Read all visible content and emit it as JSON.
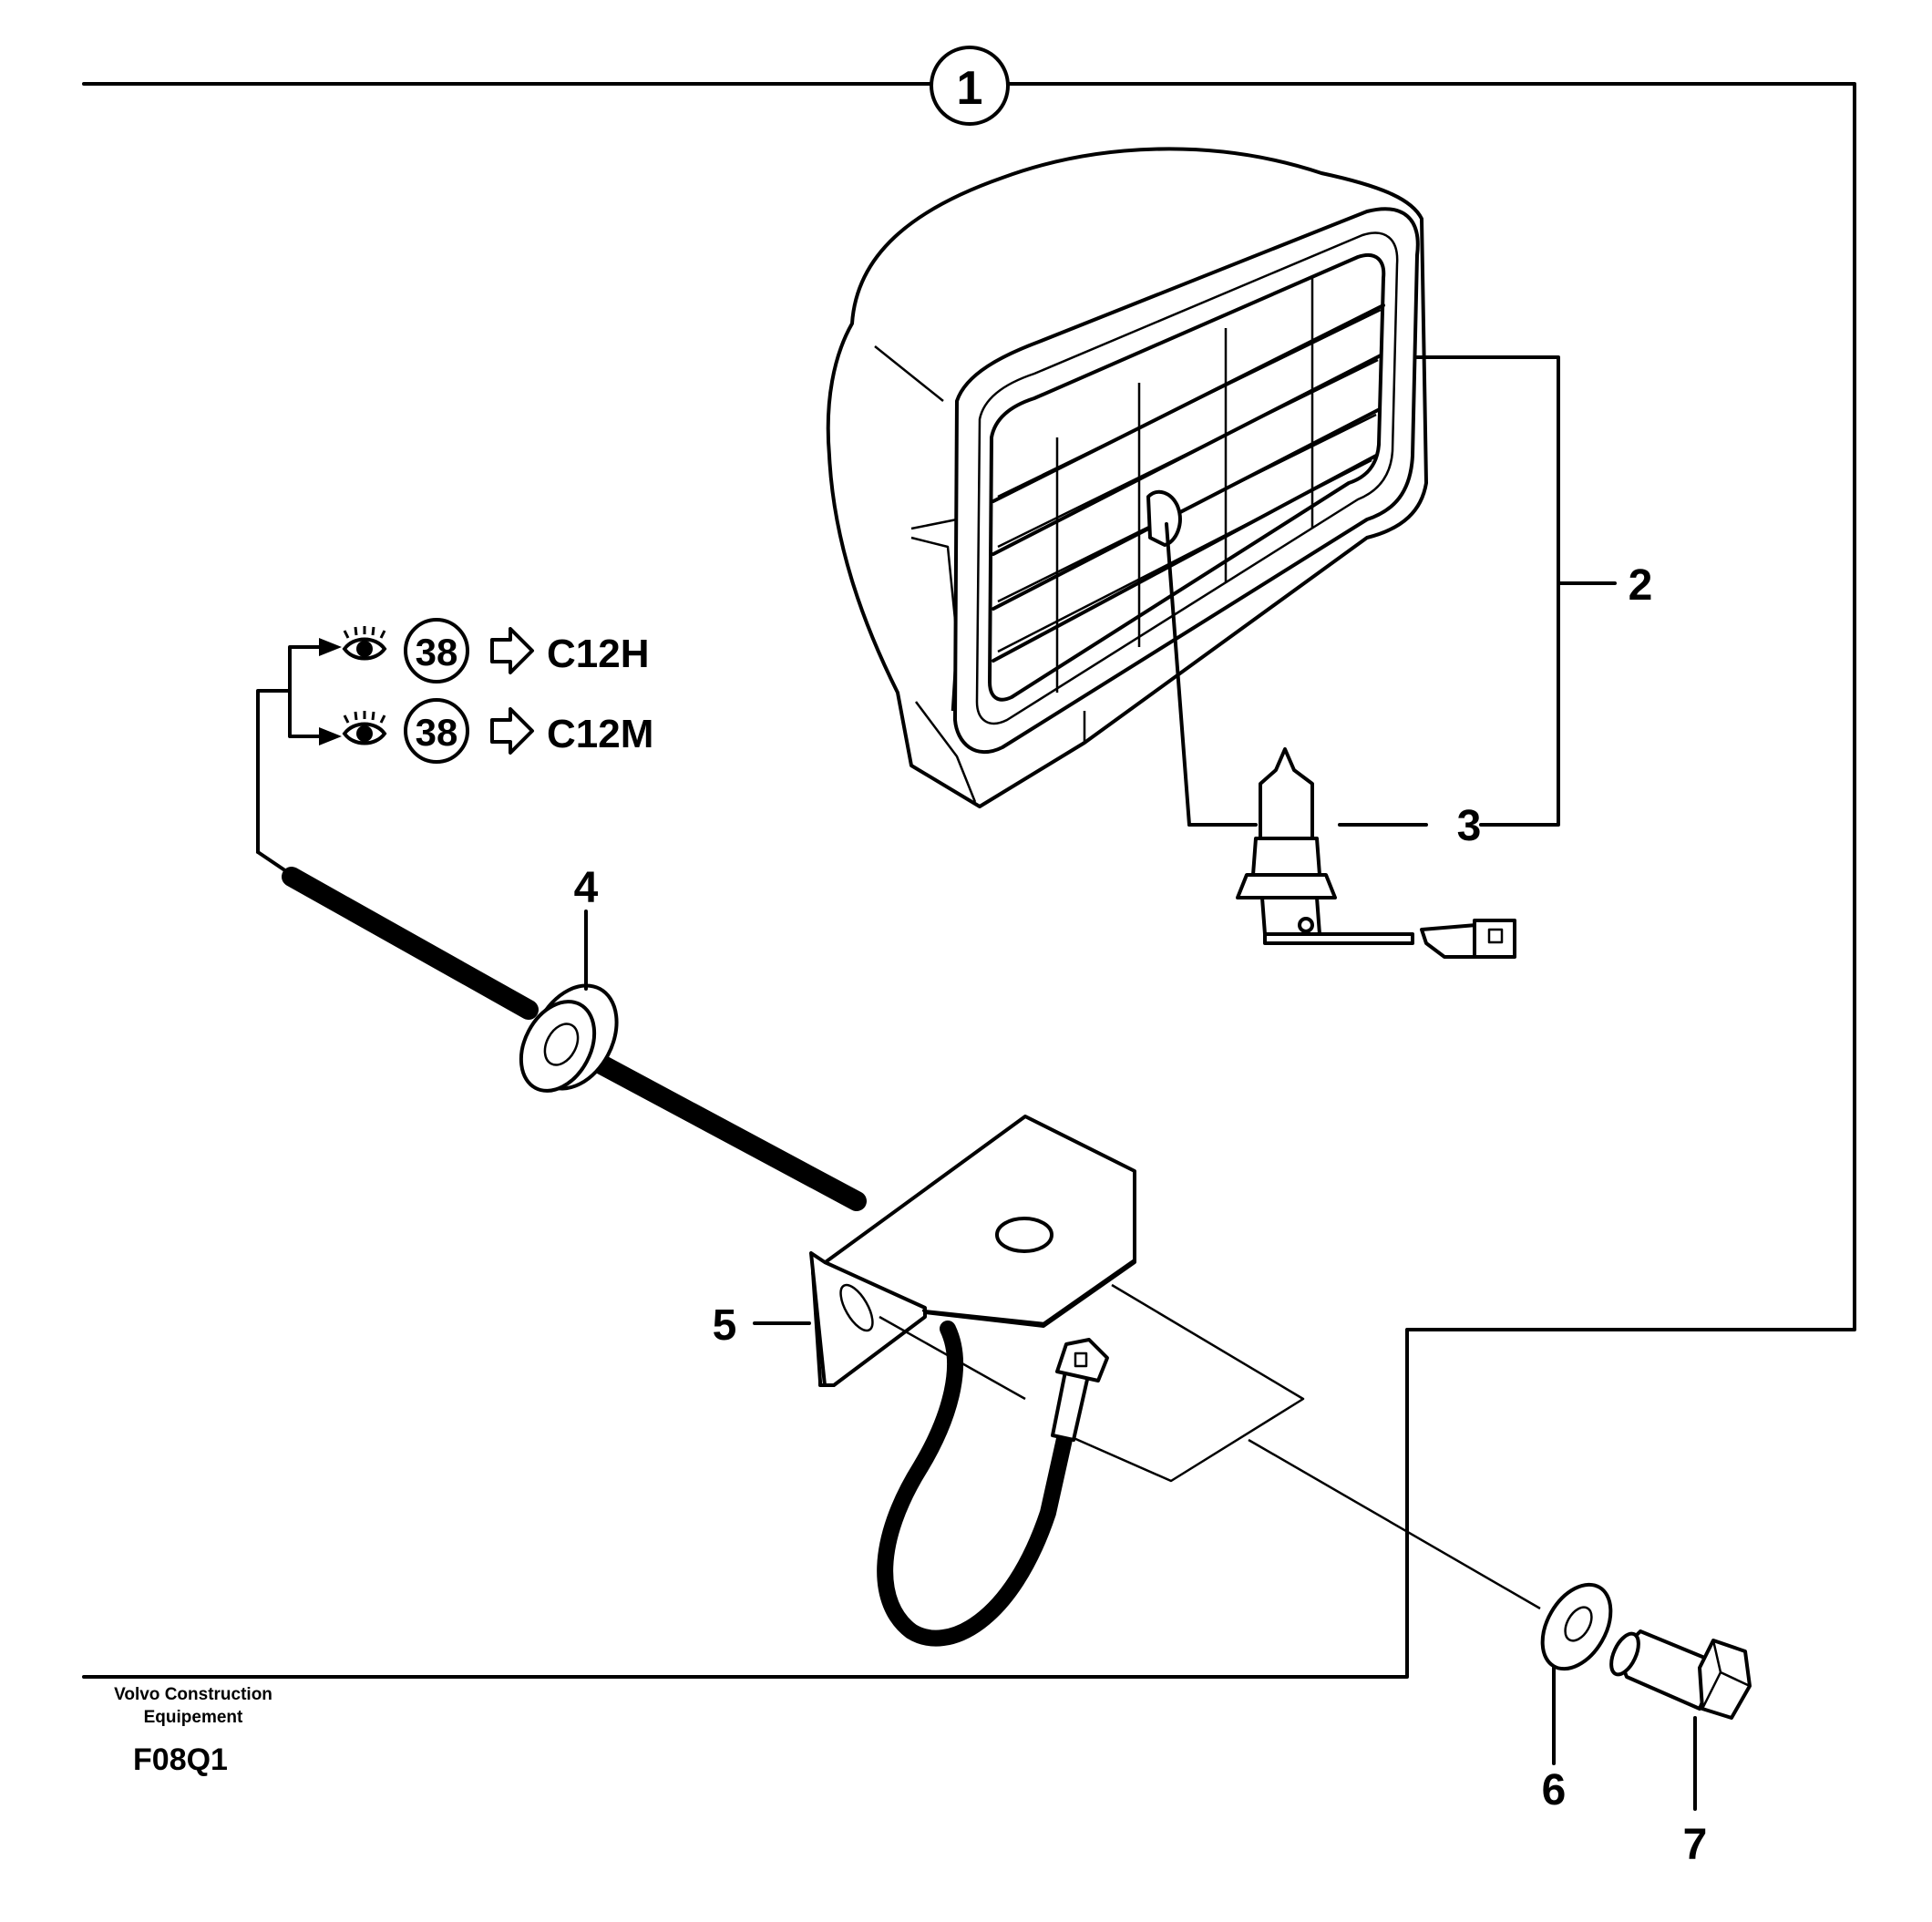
{
  "figure": {
    "group_callout": "1",
    "callouts": [
      "2",
      "3",
      "4",
      "5",
      "6",
      "7"
    ],
    "refs": [
      {
        "page": "38",
        "code": "C12H"
      },
      {
        "page": "38",
        "code": "C12M"
      }
    ],
    "publisher_line1": "Volvo Construction",
    "publisher_line2": "Equipement",
    "figure_code": "F08Q1"
  },
  "icons": [
    "eye-icon",
    "hollow-arrow-icon"
  ]
}
